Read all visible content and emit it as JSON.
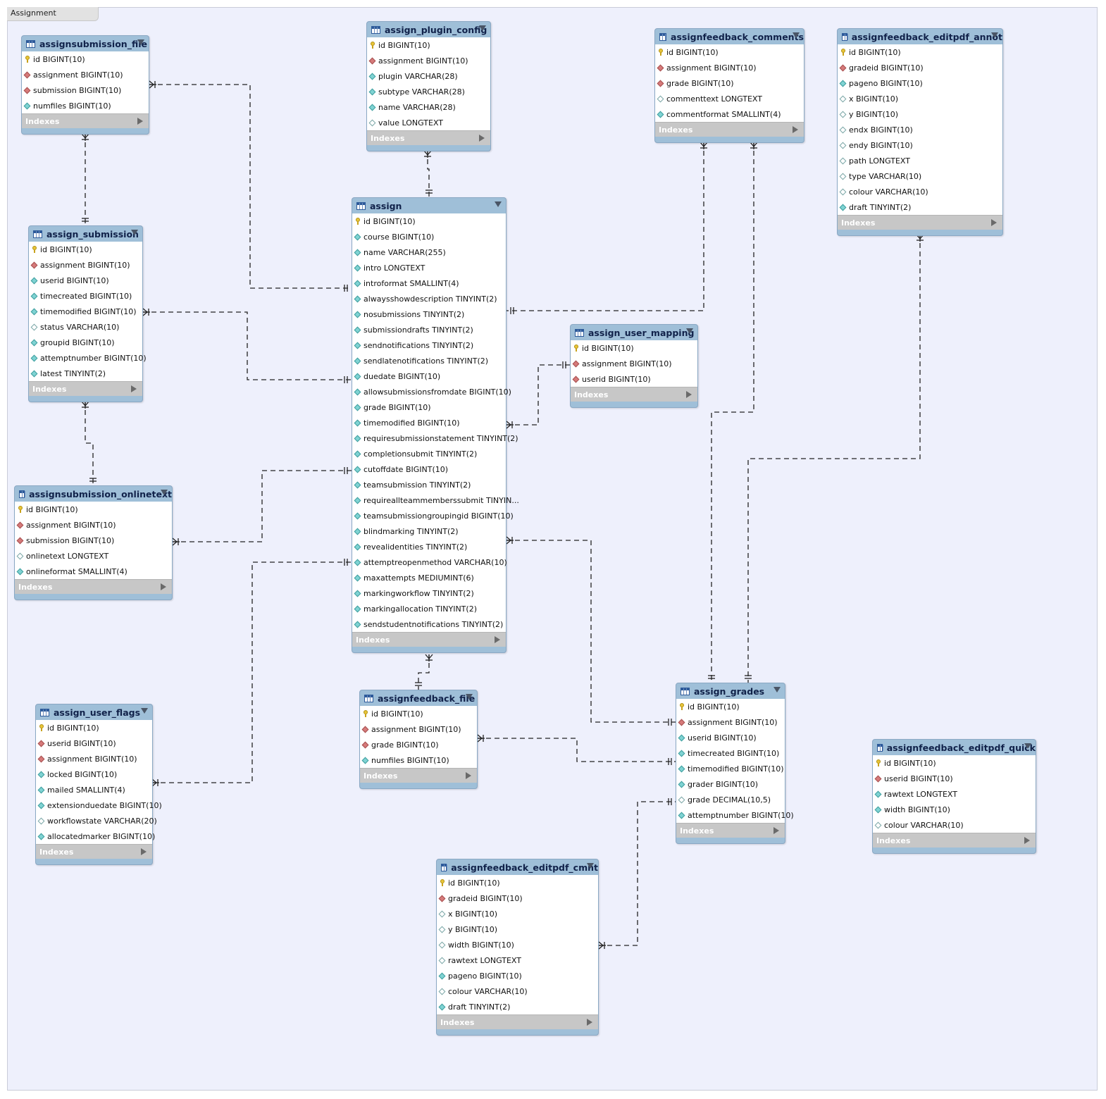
{
  "layer": {
    "title": "Assignment"
  },
  "indexes_label": "Indexes",
  "tables": [
    {
      "name": "assignsubmission_file",
      "columns": [
        {
          "t": "pk",
          "text": "id BIGINT(10)"
        },
        {
          "t": "fk",
          "text": "assignment BIGINT(10)"
        },
        {
          "t": "fk",
          "text": "submission BIGINT(10)"
        },
        {
          "t": "nn",
          "text": "numfiles BIGINT(10)"
        }
      ]
    },
    {
      "name": "assign_plugin_config",
      "columns": [
        {
          "t": "pk",
          "text": "id BIGINT(10)"
        },
        {
          "t": "fk",
          "text": "assignment BIGINT(10)"
        },
        {
          "t": "nn",
          "text": "plugin VARCHAR(28)"
        },
        {
          "t": "nn",
          "text": "subtype VARCHAR(28)"
        },
        {
          "t": "nn",
          "text": "name VARCHAR(28)"
        },
        {
          "t": "nl",
          "text": "value LONGTEXT"
        }
      ]
    },
    {
      "name": "assignfeedback_comments",
      "columns": [
        {
          "t": "pk",
          "text": "id BIGINT(10)"
        },
        {
          "t": "fk",
          "text": "assignment BIGINT(10)"
        },
        {
          "t": "fk",
          "text": "grade BIGINT(10)"
        },
        {
          "t": "nl",
          "text": "commenttext LONGTEXT"
        },
        {
          "t": "nn",
          "text": "commentformat SMALLINT(4)"
        }
      ]
    },
    {
      "name": "assignfeedback_editpdf_annot",
      "columns": [
        {
          "t": "pk",
          "text": "id BIGINT(10)"
        },
        {
          "t": "fk",
          "text": "gradeid BIGINT(10)"
        },
        {
          "t": "nn",
          "text": "pageno BIGINT(10)"
        },
        {
          "t": "nl",
          "text": "x BIGINT(10)"
        },
        {
          "t": "nl",
          "text": "y BIGINT(10)"
        },
        {
          "t": "nl",
          "text": "endx BIGINT(10)"
        },
        {
          "t": "nl",
          "text": "endy BIGINT(10)"
        },
        {
          "t": "nl",
          "text": "path LONGTEXT"
        },
        {
          "t": "nl",
          "text": "type VARCHAR(10)"
        },
        {
          "t": "nl",
          "text": "colour VARCHAR(10)"
        },
        {
          "t": "nn",
          "text": "draft TINYINT(2)"
        }
      ]
    },
    {
      "name": "assign_submission",
      "columns": [
        {
          "t": "pk",
          "text": "id BIGINT(10)"
        },
        {
          "t": "fk",
          "text": "assignment BIGINT(10)"
        },
        {
          "t": "nn",
          "text": "userid BIGINT(10)"
        },
        {
          "t": "nn",
          "text": "timecreated BIGINT(10)"
        },
        {
          "t": "nn",
          "text": "timemodified BIGINT(10)"
        },
        {
          "t": "nl",
          "text": "status VARCHAR(10)"
        },
        {
          "t": "nn",
          "text": "groupid BIGINT(10)"
        },
        {
          "t": "nn",
          "text": "attemptnumber BIGINT(10)"
        },
        {
          "t": "nn",
          "text": "latest TINYINT(2)"
        }
      ]
    },
    {
      "name": "assign",
      "columns": [
        {
          "t": "pk",
          "text": "id BIGINT(10)"
        },
        {
          "t": "nn",
          "text": "course BIGINT(10)"
        },
        {
          "t": "nn",
          "text": "name VARCHAR(255)"
        },
        {
          "t": "nn",
          "text": "intro LONGTEXT"
        },
        {
          "t": "nn",
          "text": "introformat SMALLINT(4)"
        },
        {
          "t": "nn",
          "text": "alwaysshowdescription TINYINT(2)"
        },
        {
          "t": "nn",
          "text": "nosubmissions TINYINT(2)"
        },
        {
          "t": "nn",
          "text": "submissiondrafts TINYINT(2)"
        },
        {
          "t": "nn",
          "text": "sendnotifications TINYINT(2)"
        },
        {
          "t": "nn",
          "text": "sendlatenotifications TINYINT(2)"
        },
        {
          "t": "nn",
          "text": "duedate BIGINT(10)"
        },
        {
          "t": "nn",
          "text": "allowsubmissionsfromdate BIGINT(10)"
        },
        {
          "t": "nn",
          "text": "grade BIGINT(10)"
        },
        {
          "t": "nn",
          "text": "timemodified BIGINT(10)"
        },
        {
          "t": "nn",
          "text": "requiresubmissionstatement TINYINT(2)"
        },
        {
          "t": "nn",
          "text": "completionsubmit TINYINT(2)"
        },
        {
          "t": "nn",
          "text": "cutoffdate BIGINT(10)"
        },
        {
          "t": "nn",
          "text": "teamsubmission TINYINT(2)"
        },
        {
          "t": "nn",
          "text": "requireallteammemberssubmit TINYIN..."
        },
        {
          "t": "nn",
          "text": "teamsubmissiongroupingid BIGINT(10)"
        },
        {
          "t": "nn",
          "text": "blindmarking TINYINT(2)"
        },
        {
          "t": "nn",
          "text": "revealidentities TINYINT(2)"
        },
        {
          "t": "nn",
          "text": "attemptreopenmethod VARCHAR(10)"
        },
        {
          "t": "nn",
          "text": "maxattempts MEDIUMINT(6)"
        },
        {
          "t": "nn",
          "text": "markingworkflow TINYINT(2)"
        },
        {
          "t": "nn",
          "text": "markingallocation TINYINT(2)"
        },
        {
          "t": "nn",
          "text": "sendstudentnotifications TINYINT(2)"
        }
      ]
    },
    {
      "name": "assign_user_mapping",
      "columns": [
        {
          "t": "pk",
          "text": "id BIGINT(10)"
        },
        {
          "t": "fk",
          "text": "assignment BIGINT(10)"
        },
        {
          "t": "fk",
          "text": "userid BIGINT(10)"
        }
      ]
    },
    {
      "name": "assignsubmission_onlinetext",
      "columns": [
        {
          "t": "pk",
          "text": "id BIGINT(10)"
        },
        {
          "t": "fk",
          "text": "assignment BIGINT(10)"
        },
        {
          "t": "fk",
          "text": "submission BIGINT(10)"
        },
        {
          "t": "nl",
          "text": "onlinetext LONGTEXT"
        },
        {
          "t": "nn",
          "text": "onlineformat SMALLINT(4)"
        }
      ]
    },
    {
      "name": "assign_user_flags",
      "columns": [
        {
          "t": "pk",
          "text": "id BIGINT(10)"
        },
        {
          "t": "fk",
          "text": "userid BIGINT(10)"
        },
        {
          "t": "fk",
          "text": "assignment BIGINT(10)"
        },
        {
          "t": "nn",
          "text": "locked BIGINT(10)"
        },
        {
          "t": "nn",
          "text": "mailed SMALLINT(4)"
        },
        {
          "t": "nn",
          "text": "extensionduedate BIGINT(10)"
        },
        {
          "t": "nl",
          "text": "workflowstate VARCHAR(20)"
        },
        {
          "t": "nn",
          "text": "allocatedmarker BIGINT(10)"
        }
      ]
    },
    {
      "name": "assignfeedback_file",
      "columns": [
        {
          "t": "pk",
          "text": "id BIGINT(10)"
        },
        {
          "t": "fk",
          "text": "assignment BIGINT(10)"
        },
        {
          "t": "fk",
          "text": "grade BIGINT(10)"
        },
        {
          "t": "nn",
          "text": "numfiles BIGINT(10)"
        }
      ]
    },
    {
      "name": "assign_grades",
      "columns": [
        {
          "t": "pk",
          "text": "id BIGINT(10)"
        },
        {
          "t": "fk",
          "text": "assignment BIGINT(10)"
        },
        {
          "t": "nn",
          "text": "userid BIGINT(10)"
        },
        {
          "t": "nn",
          "text": "timecreated BIGINT(10)"
        },
        {
          "t": "nn",
          "text": "timemodified BIGINT(10)"
        },
        {
          "t": "nn",
          "text": "grader BIGINT(10)"
        },
        {
          "t": "nl",
          "text": "grade DECIMAL(10,5)"
        },
        {
          "t": "nn",
          "text": "attemptnumber BIGINT(10)"
        }
      ]
    },
    {
      "name": "assignfeedback_editpdf_quick",
      "columns": [
        {
          "t": "pk",
          "text": "id BIGINT(10)"
        },
        {
          "t": "fk",
          "text": "userid BIGINT(10)"
        },
        {
          "t": "nn",
          "text": "rawtext LONGTEXT"
        },
        {
          "t": "nn",
          "text": "width BIGINT(10)"
        },
        {
          "t": "nl",
          "text": "colour VARCHAR(10)"
        }
      ]
    },
    {
      "name": "assignfeedback_editpdf_cmnt",
      "columns": [
        {
          "t": "pk",
          "text": "id BIGINT(10)"
        },
        {
          "t": "fk",
          "text": "gradeid BIGINT(10)"
        },
        {
          "t": "nl",
          "text": "x BIGINT(10)"
        },
        {
          "t": "nl",
          "text": "y BIGINT(10)"
        },
        {
          "t": "nl",
          "text": "width BIGINT(10)"
        },
        {
          "t": "nl",
          "text": "rawtext LONGTEXT"
        },
        {
          "t": "nn",
          "text": "pageno BIGINT(10)"
        },
        {
          "t": "nl",
          "text": "colour VARCHAR(10)"
        },
        {
          "t": "nn",
          "text": "draft TINYINT(2)"
        }
      ]
    }
  ]
}
